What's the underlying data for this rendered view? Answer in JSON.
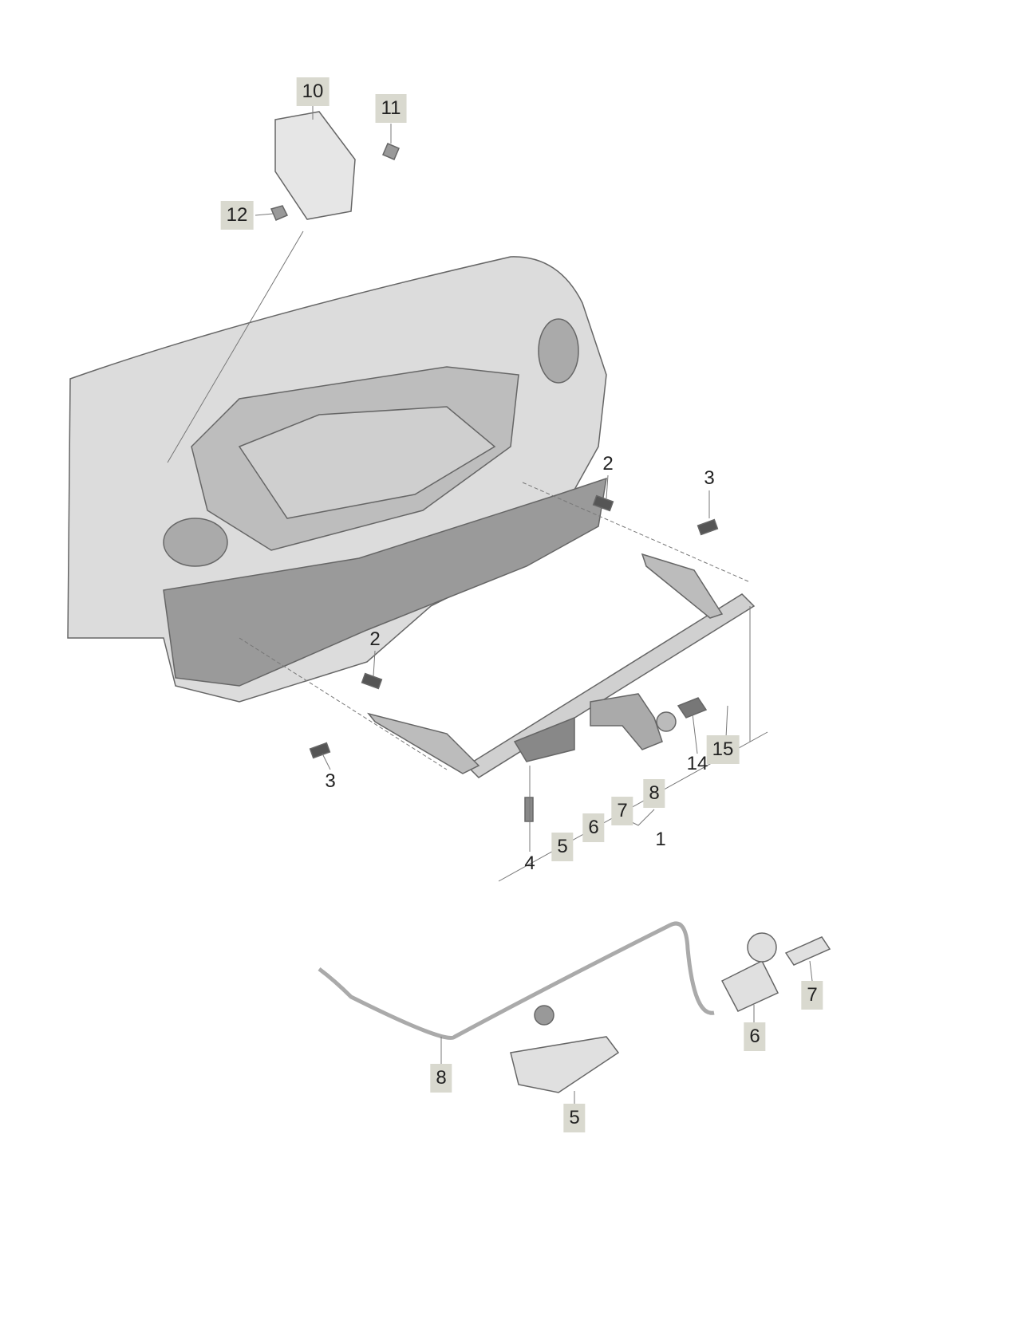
{
  "diagram": {
    "title": "Trailer hitch exploded parts diagram",
    "callouts": {
      "control_unit": "10",
      "control_unit_screw": "11",
      "control_unit_nut": "12",
      "bolt_upper_right": "2",
      "bolt_far_right": "3",
      "bolt_lower_left": "2",
      "bolt_far_left": "3",
      "hitch_screw": "4",
      "group_5": "5",
      "group_6": "6",
      "group_7": "7",
      "group_8": "8",
      "hitch_assembly": "1",
      "socket_bracket": "14",
      "socket_screw": "15"
    },
    "detail_callouts": {
      "cable": "8",
      "handle": "5",
      "lock_cylinder": "6",
      "key": "7"
    }
  },
  "colors": {
    "label_box": "#d9d9cf",
    "part_gray": "#c8c8c8",
    "dark_gray": "#8a8a8a",
    "line": "#555555"
  }
}
